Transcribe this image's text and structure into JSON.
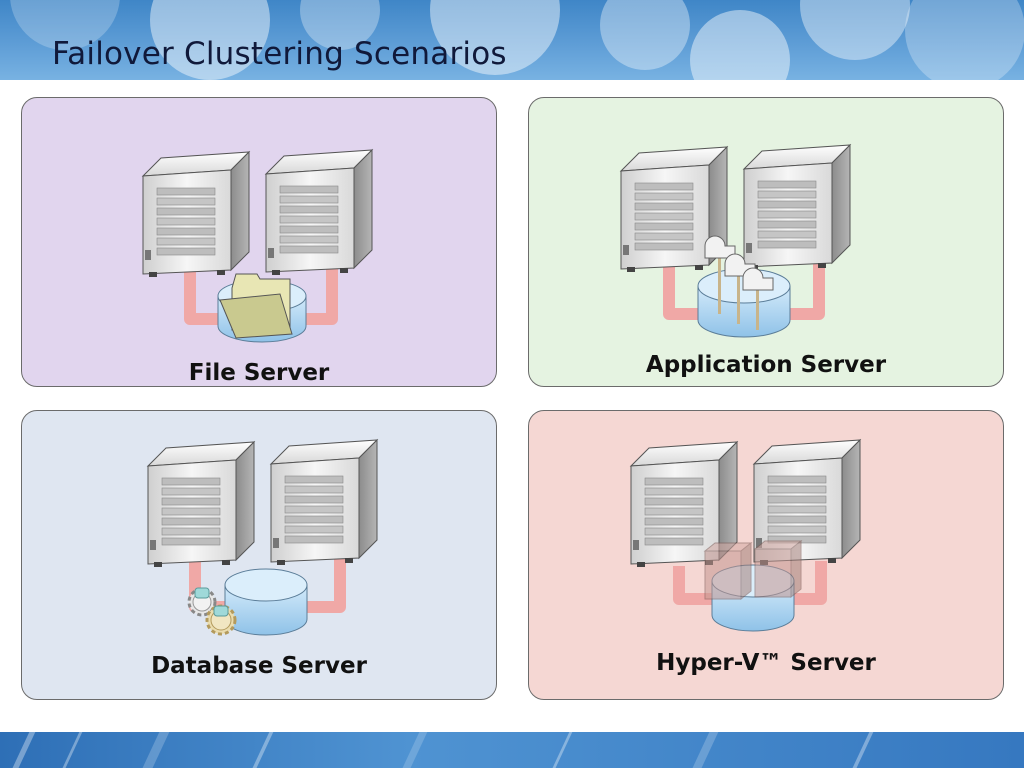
{
  "slide": {
    "title": "Failover Clustering Scenarios"
  },
  "scenarios": [
    {
      "label": "File Server",
      "icon": "folder-icon",
      "panel_color": "#e1d5ee"
    },
    {
      "label": "Application Server",
      "icon": "mailbox-icon",
      "panel_color": "#e5f3e1"
    },
    {
      "label": "Database Server",
      "icon": "gears-icon",
      "panel_color": "#dfe6f1"
    },
    {
      "label": "Hyper-V™ Server",
      "icon": "virtual-machine-icon",
      "panel_color": "#f5d7d3"
    }
  ],
  "colors": {
    "cable": "#f0a8a6",
    "storage": "#a9d2ee",
    "header": "#4a90d0",
    "title": "#10193a"
  }
}
